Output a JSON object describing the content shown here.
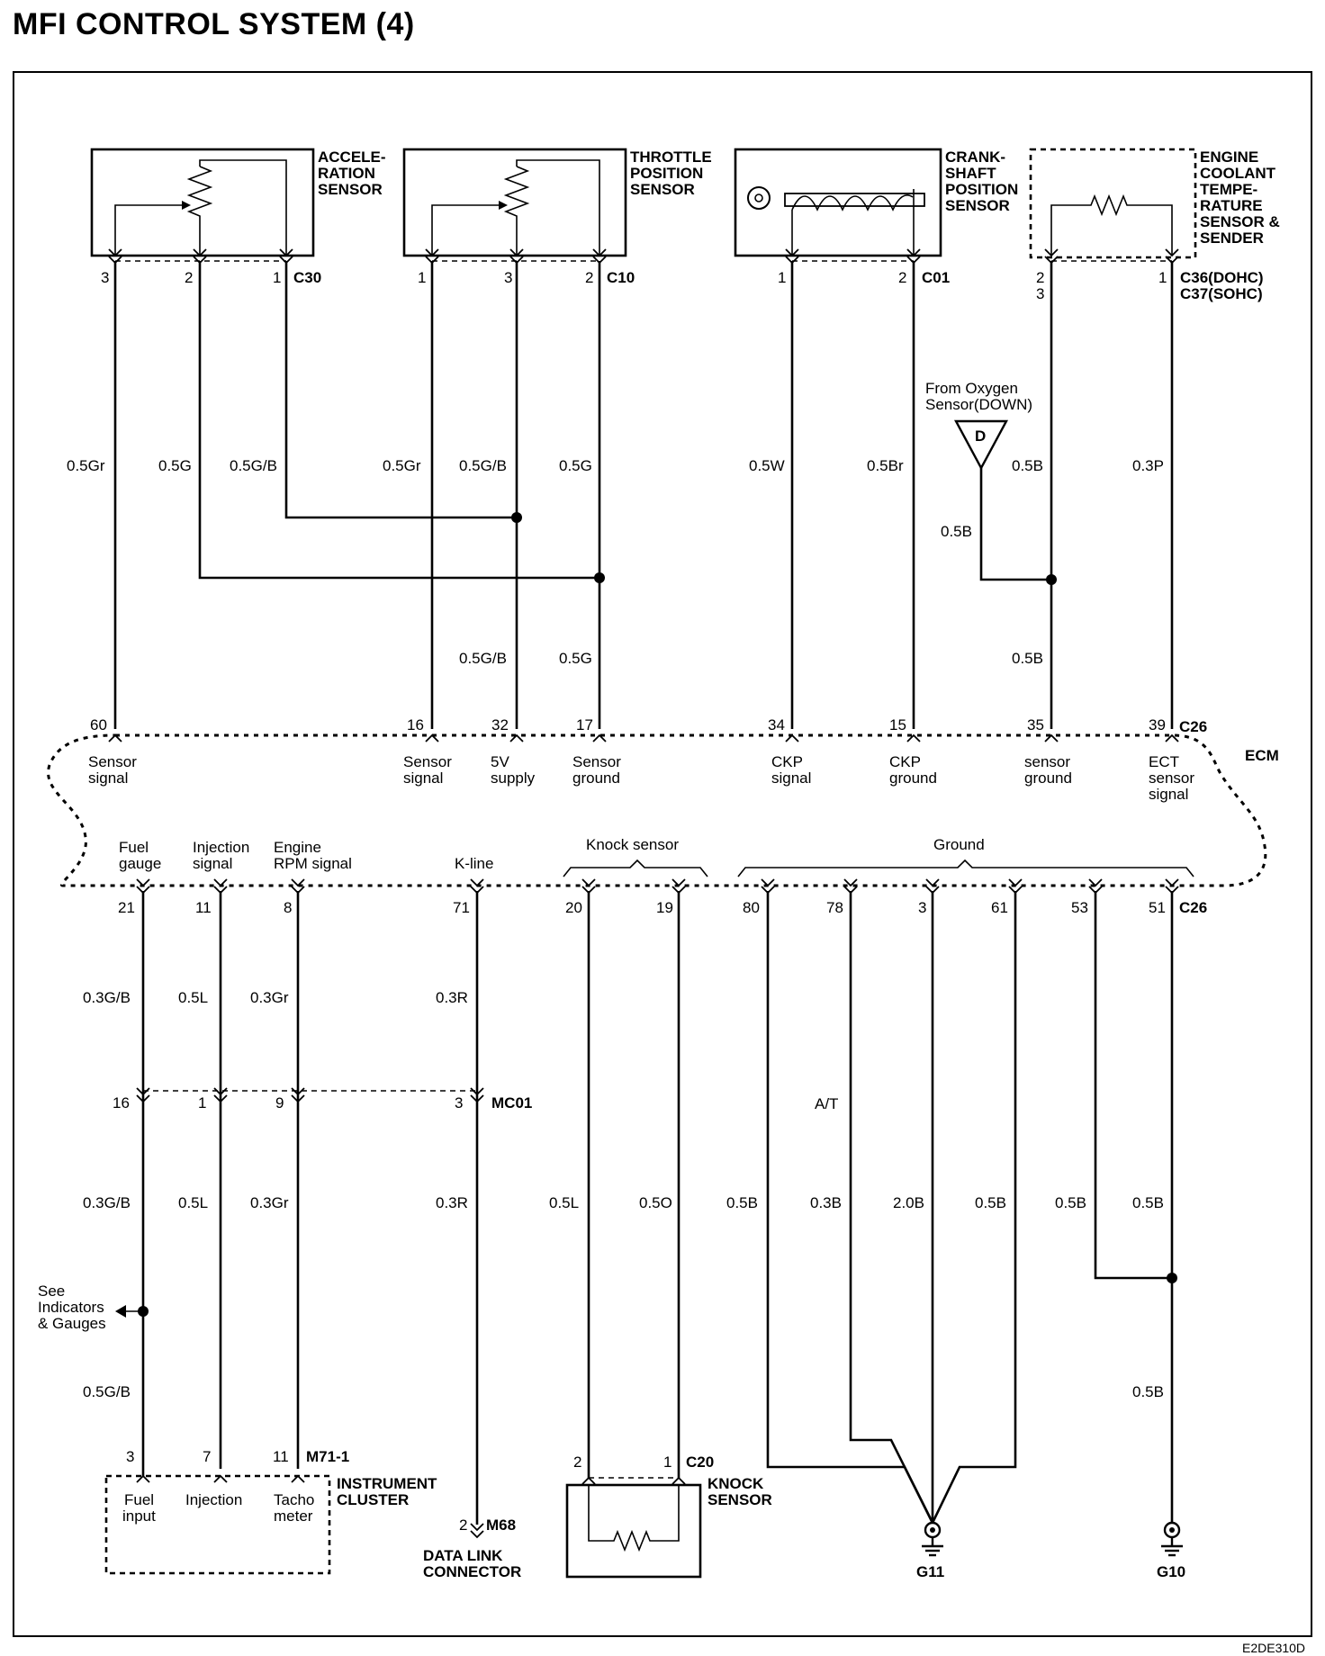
{
  "title": "MFI CONTROL SYSTEM (4)",
  "figure_code": "E2DE310D",
  "components": {
    "accel": {
      "name": [
        "ACCELE-",
        "RATION",
        "SENSOR"
      ],
      "connector": "C30",
      "pins": [
        "3",
        "2",
        "1"
      ]
    },
    "tps": {
      "name": [
        "THROTTLE",
        "POSITION",
        "SENSOR"
      ],
      "connector": "C10",
      "pins": [
        "1",
        "3",
        "2"
      ]
    },
    "ckp": {
      "name": [
        "CRANK-",
        "SHAFT",
        "POSITION",
        "SENSOR"
      ],
      "connector": "C01",
      "pins": [
        "1",
        "2"
      ]
    },
    "ect": {
      "name": [
        "ENGINE",
        "COOLANT",
        "TEMPE-",
        "RATURE",
        "SENSOR &",
        "SENDER"
      ],
      "connector_lines": [
        "C36(DOHC)",
        "C37(SOHC)"
      ],
      "pins_left": [
        "2",
        "3"
      ],
      "pin_right": "1"
    },
    "knock": {
      "name": [
        "KNOCK",
        "SENSOR"
      ],
      "connector": "C20",
      "pins": [
        "2",
        "1"
      ]
    },
    "cluster": {
      "name": [
        "INSTRUMENT",
        "CLUSTER"
      ],
      "connector": "M71-1",
      "pins": [
        "3",
        "7",
        "11"
      ],
      "inputs": [
        "Fuel",
        "input",
        "Injection",
        "Tacho",
        "meter"
      ]
    },
    "dlc": {
      "name": [
        "DATA LINK",
        "CONNECTOR"
      ],
      "connector": "M68",
      "pin": "2"
    },
    "mc01": {
      "connector": "MC01",
      "pins": [
        "16",
        "1",
        "9",
        "3"
      ]
    }
  },
  "oxygen_ref": {
    "text": [
      "From Oxygen",
      "Sensor(DOWN)"
    ],
    "flag": "D"
  },
  "ecm": {
    "label": "ECM",
    "top_connector": "C26",
    "bottom_connector": "C26",
    "top_pins": [
      "60",
      "16",
      "32",
      "17",
      "34",
      "15",
      "35",
      "39"
    ],
    "top_labels": [
      [
        "Sensor",
        "signal"
      ],
      [
        "Sensor",
        "signal"
      ],
      [
        "5V",
        "supply"
      ],
      [
        "Sensor",
        "ground"
      ],
      [
        "CKP",
        "signal"
      ],
      [
        "CKP",
        "ground"
      ],
      [
        "sensor",
        "ground"
      ],
      [
        "ECT",
        "sensor",
        "signal"
      ]
    ],
    "bottom_pins": [
      "21",
      "11",
      "8",
      "71",
      "20",
      "19",
      "80",
      "78",
      "3",
      "61",
      "53",
      "51"
    ],
    "bottom_labels": [
      [
        "Fuel",
        "gauge"
      ],
      [
        "Injection",
        "signal"
      ],
      [
        "Engine",
        "RPM signal"
      ],
      [
        "K-line"
      ]
    ],
    "groups": [
      "Knock sensor",
      "Ground"
    ]
  },
  "wires": {
    "top": [
      "0.5Gr",
      "0.5G",
      "0.5G/B",
      "0.5Gr",
      "0.5G/B",
      "0.5G",
      "0.5W",
      "0.5Br",
      "0.5B",
      "0.3P",
      "0.5B",
      "0.5G/B",
      "0.5G",
      "0.5B"
    ],
    "bottom": [
      "0.3G/B",
      "0.5L",
      "0.3Gr",
      "0.3R",
      "0.3G/B",
      "0.5L",
      "0.3Gr",
      "0.3R",
      "0.5L",
      "0.5O",
      "0.5B",
      "0.3B",
      "2.0B",
      "0.5B",
      "0.5B",
      "0.5B",
      "0.5G/B",
      "0.5B"
    ]
  },
  "notes": {
    "at": "A/T",
    "see": [
      "See",
      "Indicators",
      "& Gauges"
    ]
  },
  "grounds": [
    "G11",
    "G10"
  ]
}
